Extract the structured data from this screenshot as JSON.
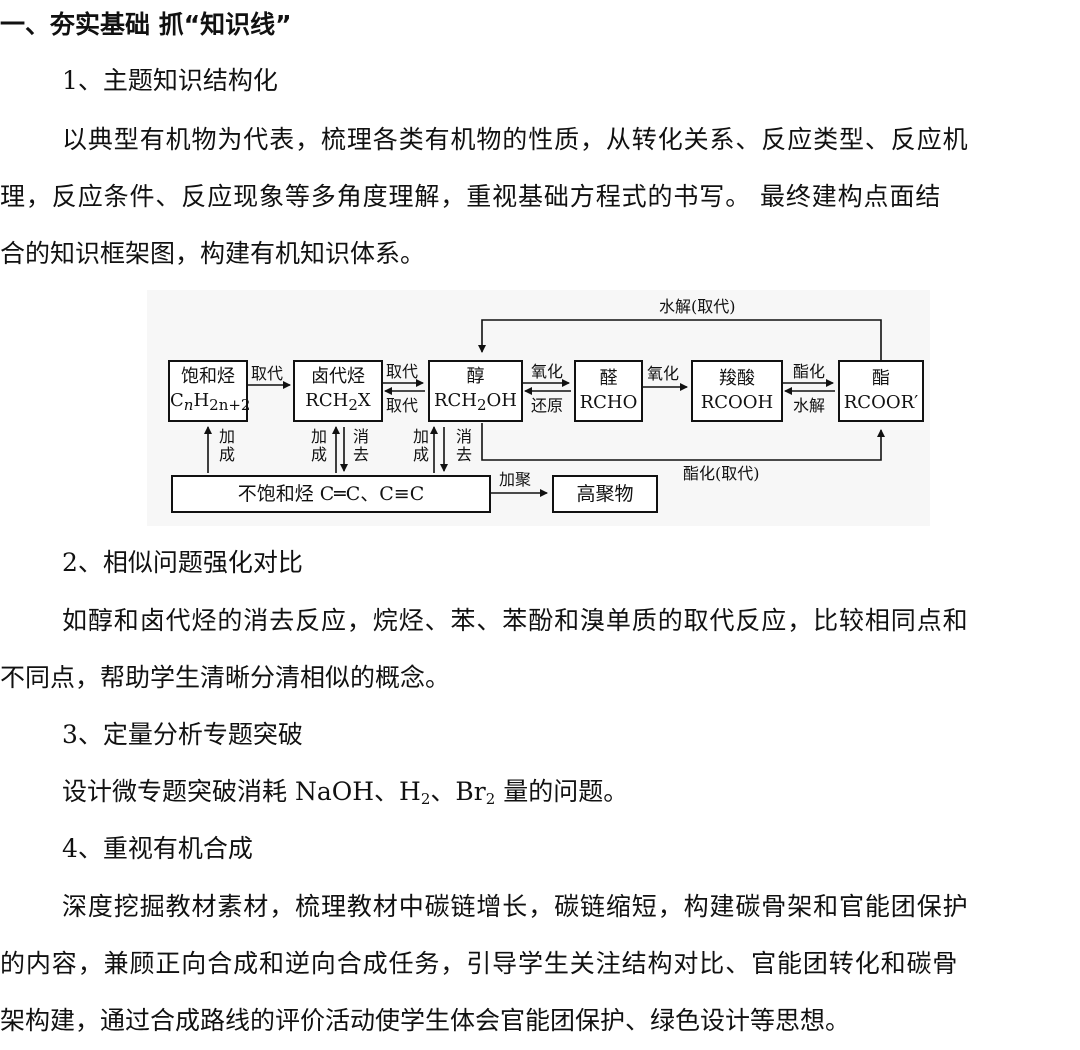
{
  "section_title": "一、夯实基础 抓“知识线”",
  "s1": {
    "title": "1、主题知识结构化",
    "p1": "以典型有机物为代表，梳理各类有机物的性质，从转化关系、反应类型、反应机",
    "p2": "理，反应条件、反应现象等多角度理解，重视基础方程式的书写。 最终建构点面结",
    "p3": "合的知识框架图，构建有机知识体系。"
  },
  "diagram": {
    "nodes": {
      "alkane_name": "饱和烃",
      "alkane_formula_c": "C",
      "alkane_formula_n": "n",
      "alkane_formula_h": "H",
      "alkane_formula_sub": "2n+2",
      "halide_name": "卤代烃",
      "halide_formula": "RCH",
      "halide_formula_2": "2",
      "halide_formula_x": "X",
      "alcohol_name": "醇",
      "alcohol_formula": "RCH",
      "alcohol_formula_2": "2",
      "alcohol_formula_oh": "OH",
      "aldehyde_name": "醛",
      "aldehyde_formula": "RCHO",
      "acid_name": "羧酸",
      "acid_formula": "RCOOH",
      "ester_name": "酯",
      "ester_formula": "RCOOR′",
      "unsat": "不饱和烃 C═C、C≡C",
      "polymer": "高聚物"
    },
    "labels": {
      "hydrolysis_top": "水解(取代)",
      "sub1": "取代",
      "sub2": "取代",
      "sub3": "取代",
      "ox1": "氧化",
      "red": "还原",
      "ox2": "氧化",
      "esterify": "酯化",
      "hydrolysis": "水解",
      "esterify_sub": "酯化(取代)",
      "addpoly": "加聚",
      "add1": "加成",
      "add2": "加成",
      "elim1": "消去",
      "add3": "加成",
      "elim2": "消去"
    }
  },
  "s2": {
    "title": "2、相似问题强化对比",
    "p1": "如醇和卤代烃的消去反应，烷烃、苯、苯酚和溴单质的取代反应，比较相同点和",
    "p2": "不同点，帮助学生清晰分清相似的概念。"
  },
  "s3": {
    "title": "3、定量分析专题突破",
    "p1_a": "设计微专题突破消耗 NaOH、H",
    "p1_b": "2",
    "p1_c": "、Br",
    "p1_d": "2",
    "p1_e": " 量的问题。"
  },
  "s4": {
    "title": "4、重视有机合成",
    "p1": "深度挖掘教材素材，梳理教材中碳链增长，碳链缩短，构建碳骨架和官能团保护",
    "p2": "的内容，兼顾正向合成和逆向合成任务，引导学生关注结构对比、官能团转化和碳骨",
    "p3": "架构建，通过合成路线的评价活动使学生体会官能团保护、绿色设计等思想。"
  }
}
